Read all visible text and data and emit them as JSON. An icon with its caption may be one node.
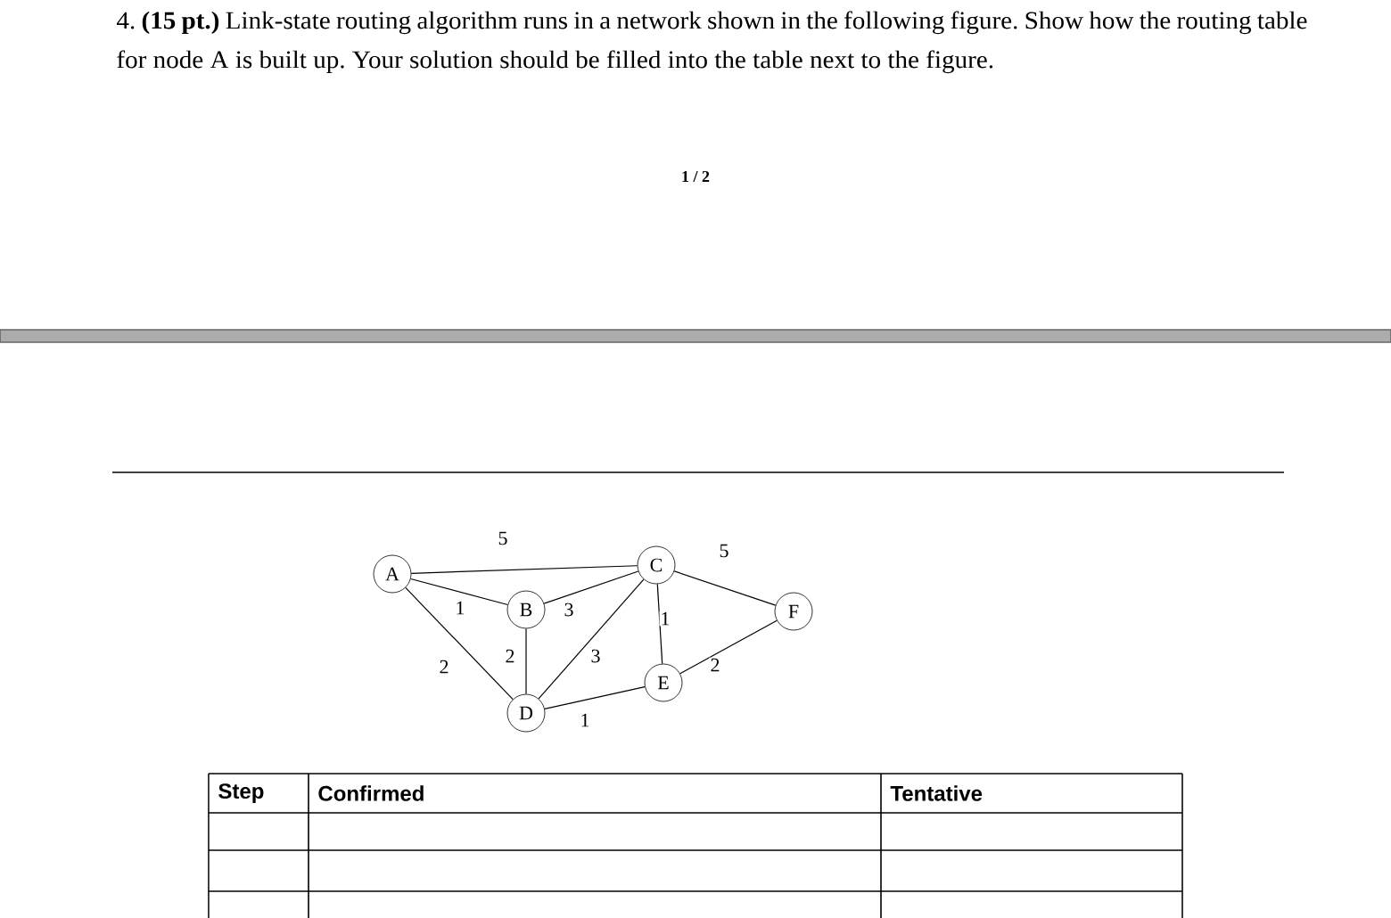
{
  "diagram": {
    "nodes": [
      {
        "text": [
          "A"
        ]
      },
      {
        "text": [
          "B"
        ]
      },
      {
        "text": [
          "C"
        ]
      },
      {
        "text": [
          "D"
        ]
      },
      {
        "text": [
          "E"
        ]
      },
      {
        "text": [
          "F"
        ]
      }
    ],
    "edges": [
      {
        "from": 0,
        "to": 2,
        "arrow": "none",
        "label": "5"
      },
      {
        "from": 0,
        "to": 1,
        "arrow": "none",
        "label": "1"
      },
      {
        "from": 0,
        "to": 3,
        "arrow": "none",
        "label": "2"
      },
      {
        "from": 1,
        "to": 2,
        "arrow": "none",
        "label": "3"
      },
      {
        "from": 1,
        "to": 3,
        "arrow": "none",
        "label": "2"
      },
      {
        "from": 2,
        "to": 3,
        "arrow": "none",
        "label": "3"
      },
      {
        "from": 2,
        "to": 4,
        "arrow": "none",
        "label": "1"
      },
      {
        "from": 2,
        "to": 5,
        "arrow": "none",
        "label": "5"
      },
      {
        "from": 3,
        "to": 4,
        "arrow": "none",
        "label": "1"
      },
      {
        "from": 4,
        "to": 5,
        "arrow": "none",
        "label": "2"
      }
    ],
    "labels": [
      "4. **(15 pt.)** Link-state routing algorithm runs in a network shown in the following figure. Show how the routing table for node A is built up. Your solution should be filled into the table next to the figure.",
      "1 / 2",
      "Step",
      "Confirmed",
      "Tentative"
    ]
  }
}
